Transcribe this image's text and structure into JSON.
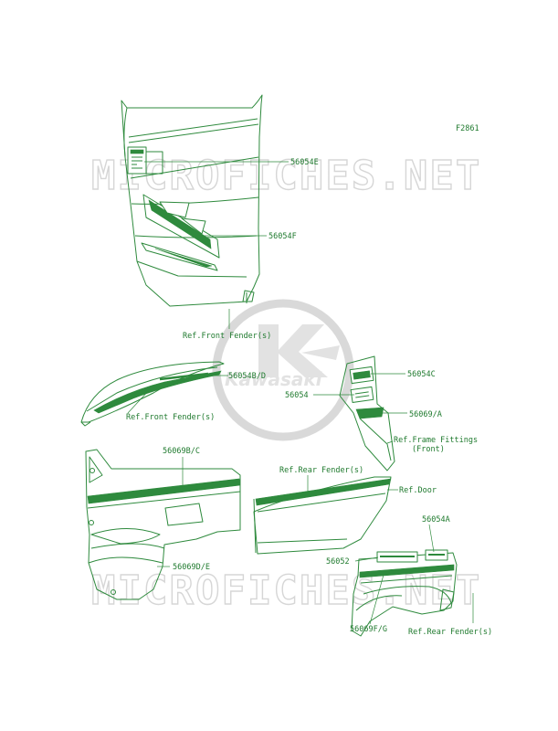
{
  "figure_id": "F2861",
  "watermark": {
    "text": "MICROFICHES.NET",
    "logo_text": "Kawasaki"
  },
  "callouts": [
    {
      "id": "c1",
      "text": "56054E"
    },
    {
      "id": "c2",
      "text": "56054F"
    },
    {
      "id": "c3",
      "text": "Ref.Front Fender(s)"
    },
    {
      "id": "c4",
      "text": "56054B/D"
    },
    {
      "id": "c5",
      "text": "Ref.Front Fender(s)"
    },
    {
      "id": "c6",
      "text": "56054C"
    },
    {
      "id": "c7",
      "text": "56054"
    },
    {
      "id": "c8",
      "text": "56069/A"
    },
    {
      "id": "c9",
      "text": "Ref.Frame Fittings"
    },
    {
      "id": "c10",
      "text": "(Front)"
    },
    {
      "id": "c11",
      "text": "56069B/C"
    },
    {
      "id": "c12",
      "text": "56069D/E"
    },
    {
      "id": "c13",
      "text": "Ref.Rear Fender(s)"
    },
    {
      "id": "c14",
      "text": "Ref.Door"
    },
    {
      "id": "c15",
      "text": "56054A"
    },
    {
      "id": "c16",
      "text": "56052"
    },
    {
      "id": "c17",
      "text": "56069F/G"
    },
    {
      "id": "c18",
      "text": "Ref.Rear Fender(s)"
    }
  ],
  "colors": {
    "line": "#2e8a3d",
    "text": "#1f7a2e",
    "watermark": "#d6d6d6"
  }
}
